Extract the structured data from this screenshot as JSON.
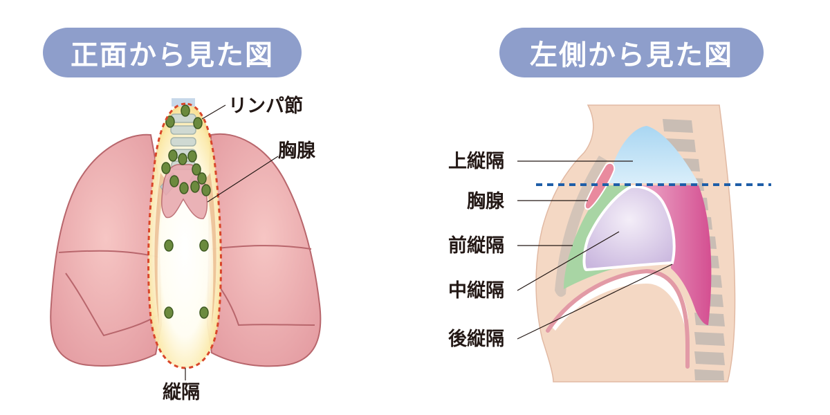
{
  "titles": {
    "front_view": "正面から見た図",
    "side_view": "左側から見た図"
  },
  "front_labels": {
    "lymph_node": "リンパ節",
    "thymus": "胸腺",
    "mediastinum": "縦隔"
  },
  "side_labels": {
    "superior": "上縦隔",
    "thymus": "胸腺",
    "anterior": "前縦隔",
    "middle": "中縦隔",
    "posterior": "後縦隔"
  },
  "colors": {
    "pill": "#8e9ecb",
    "lung": "#e8a2a6",
    "lung_edge": "#b8666c",
    "mediastinum_dash": "#d9462a",
    "lymph_node": "#5e7a37",
    "superior": "#bfe0f3",
    "anterior": "#a8d5a4",
    "middle": "#d6c8e6",
    "posterior": "#d9609b",
    "skin": "#f4d8c4",
    "spine": "#c9bdb4",
    "boundary": "#1e5ea8"
  }
}
